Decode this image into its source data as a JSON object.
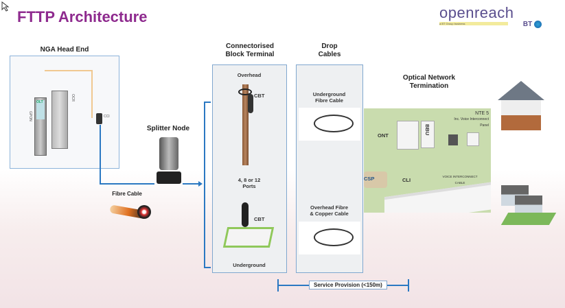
{
  "title": "FTTP Architecture",
  "logo": {
    "brand": "openreach",
    "sub": "a BT Group business",
    "bt": "BT"
  },
  "head_end": {
    "label": "NGA Head End",
    "olt": "OLT",
    "ocr": "OCR",
    "gpon": "GPON",
    "cci": "CCI"
  },
  "splitter": {
    "label": "Splitter Node"
  },
  "fibre_cable": {
    "label": "Fibre Cable"
  },
  "cbt": {
    "label_line1": "Connectorised",
    "label_line2": "Block Terminal",
    "overhead": "Overhead",
    "cbt_tag": "CBT",
    "ports_line1": "4, 8 or 12",
    "ports_line2": "Ports",
    "underground": "Underground"
  },
  "drop": {
    "label_line1": "Drop",
    "label_line2": "Cables",
    "ug_line1": "Underground",
    "ug_line2": "Fibre Cable",
    "oh_line1": "Overhead Fibre",
    "oh_line2": "& Copper Cable"
  },
  "ont": {
    "label_line1": "Optical Network",
    "label_line2": "Termination",
    "ont": "ONT",
    "bbu": "BBU",
    "nte5": "NTE 5",
    "nte5_sub": "Inc. Voice Interconnect Panel",
    "csp": "CSP",
    "cli": "CLI",
    "voice": "VOICE INTERCONNECT CABLE"
  },
  "service": {
    "label": "Service Provision (<150m)"
  }
}
